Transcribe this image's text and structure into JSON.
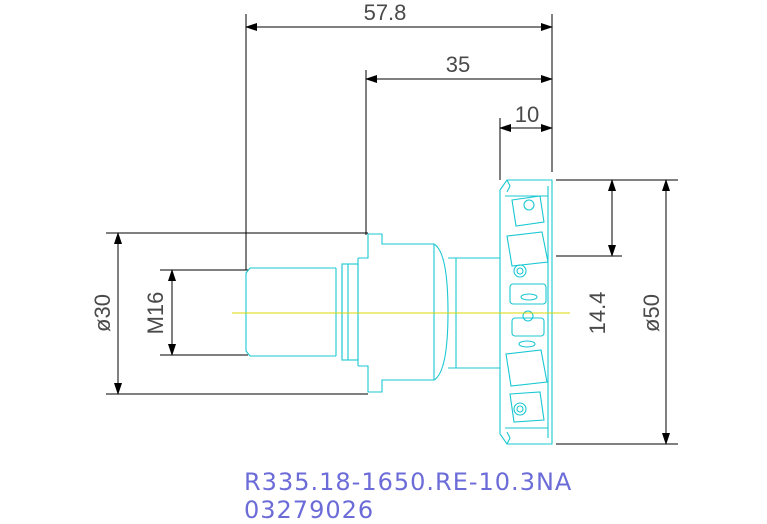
{
  "dimensions": {
    "overall_length": "57.8",
    "gauge_length": "35",
    "cutting_width": "10",
    "diameter_shank": "ø30",
    "thread": "M16",
    "depth": "14.4",
    "cutter_diameter": "ø50"
  },
  "labels": {
    "product_code": "R335.18-1650.RE-10.3NA",
    "order_number": "03279026"
  },
  "colors": {
    "outline": "#19c8d2",
    "dimension": "#000000",
    "centerline": "#d8d800",
    "code_text": "#6c6cd8"
  }
}
